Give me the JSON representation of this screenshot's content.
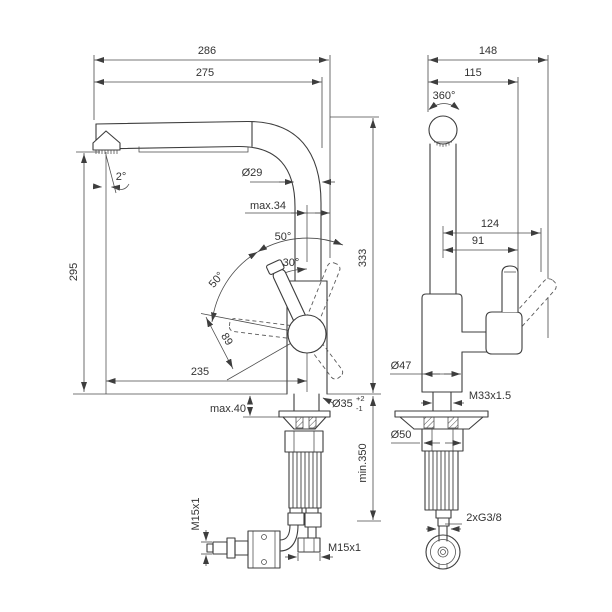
{
  "drawing": {
    "colors": {
      "line": "#3d3d3d",
      "text": "#333333",
      "background": "#ffffff"
    },
    "side_view": {
      "total_length": "286",
      "spout_length": "275",
      "spout_height": "295",
      "spout_angle": "2°",
      "spout_tube_diameter": "Ø29",
      "max_lever_offset": "max.34",
      "lever_arc_upper": "50°",
      "lever_open_angle": "30°",
      "lever_arc_lower": "50°",
      "lever_length": "89",
      "total_height": "333",
      "spout_reach": "235",
      "deck_thickness": "max.40",
      "hole_diameter": "Ø35",
      "hole_tolerance_plus": "+2",
      "hole_tolerance_minus": "-1",
      "hose_min_length": "min.350",
      "weight_thread": "M15x1",
      "hose_thread": "M15x1"
    },
    "front_view": {
      "total_depth": "148",
      "body_depth": "115",
      "swivel_angle": "360°",
      "handle_reach_open": "124",
      "handle_reach": "91",
      "body_diameter": "Ø47",
      "shank_thread": "M33x1.5",
      "nut_diameter": "Ø50",
      "supply_connection": "2xG3/8"
    }
  }
}
